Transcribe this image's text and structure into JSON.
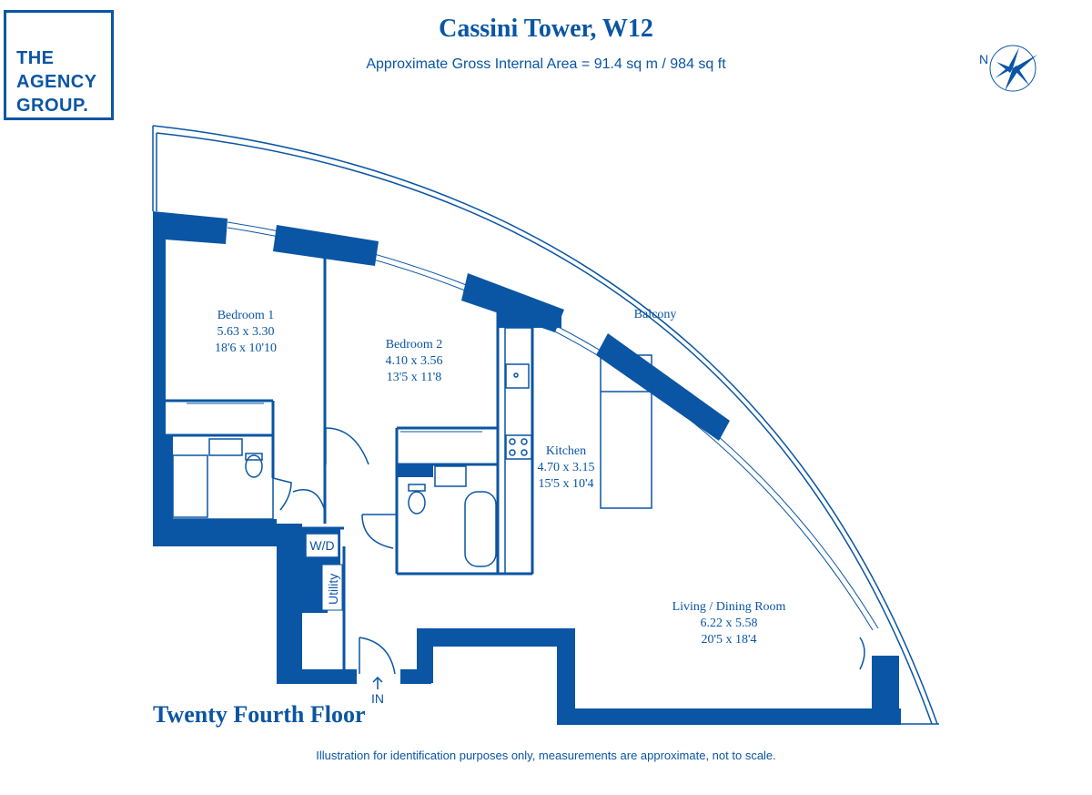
{
  "logo": {
    "line1": "THE",
    "line2": "AGENCY",
    "line3": "GROUP."
  },
  "title": "Cassini Tower, W12",
  "subtitle": "Approximate Gross Internal Area = 91.4 sq m / 984 sq ft",
  "compass": {
    "north_label": "N"
  },
  "rooms": {
    "bedroom1": {
      "name": "Bedroom 1",
      "metric": "5.63 x 3.30",
      "imperial": "18'6 x 10'10"
    },
    "bedroom2": {
      "name": "Bedroom 2",
      "metric": "4.10 x 3.56",
      "imperial": "13'5 x 11'8"
    },
    "kitchen": {
      "name": "Kitchen",
      "metric": "4.70 x 3.15",
      "imperial": "15'5 x 10'4"
    },
    "living": {
      "name": "Living / Dining Room",
      "metric": "6.22 x 5.58",
      "imperial": "20'5 x 18'4"
    },
    "balcony": {
      "name": "Balcony"
    },
    "wd": {
      "name": "W/D"
    },
    "utility": {
      "name": "Utility"
    },
    "entrance": {
      "name": "IN"
    }
  },
  "floor_label": "Twenty Fourth Floor",
  "footnote": "Illustration for identification purposes only, measurements are approximate, not to scale.",
  "colors": {
    "primary": "#0a55a4",
    "background": "#ffffff"
  }
}
